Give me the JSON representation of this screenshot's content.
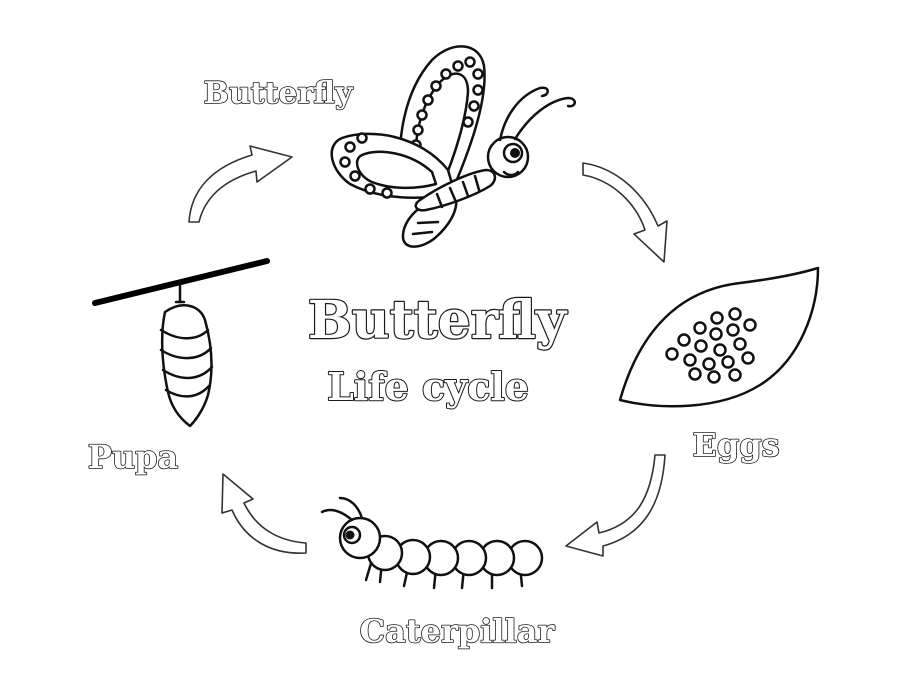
{
  "title": {
    "line1": "Butterfly",
    "line2": "Life cycle"
  },
  "stages": {
    "butterfly": "Butterfly",
    "eggs": "Eggs",
    "caterpillar": "Caterpillar",
    "pupa": "Pupa"
  },
  "cycle_order": [
    "butterfly",
    "eggs",
    "caterpillar",
    "pupa"
  ],
  "colors": {
    "outline": "#111111",
    "fill": "#ffffff",
    "branch": "#000000"
  }
}
